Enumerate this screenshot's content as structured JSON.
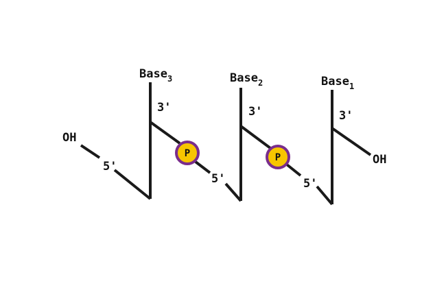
{
  "labels": {
    "oh_left": "OH",
    "oh_right": "OH",
    "five_prime": "5'",
    "three_prime": "3'"
  },
  "bases": [
    {
      "name": "Base",
      "index": "3"
    },
    {
      "name": "Base",
      "index": "2"
    },
    {
      "name": "Base",
      "index": "1"
    }
  ],
  "phosphates": [
    {
      "label": "P"
    },
    {
      "label": "P"
    }
  ],
  "colors": {
    "backbone": "#1a1a1a",
    "phosphate_fill": "#f7c600",
    "phosphate_outline": "#7a2d8c"
  }
}
